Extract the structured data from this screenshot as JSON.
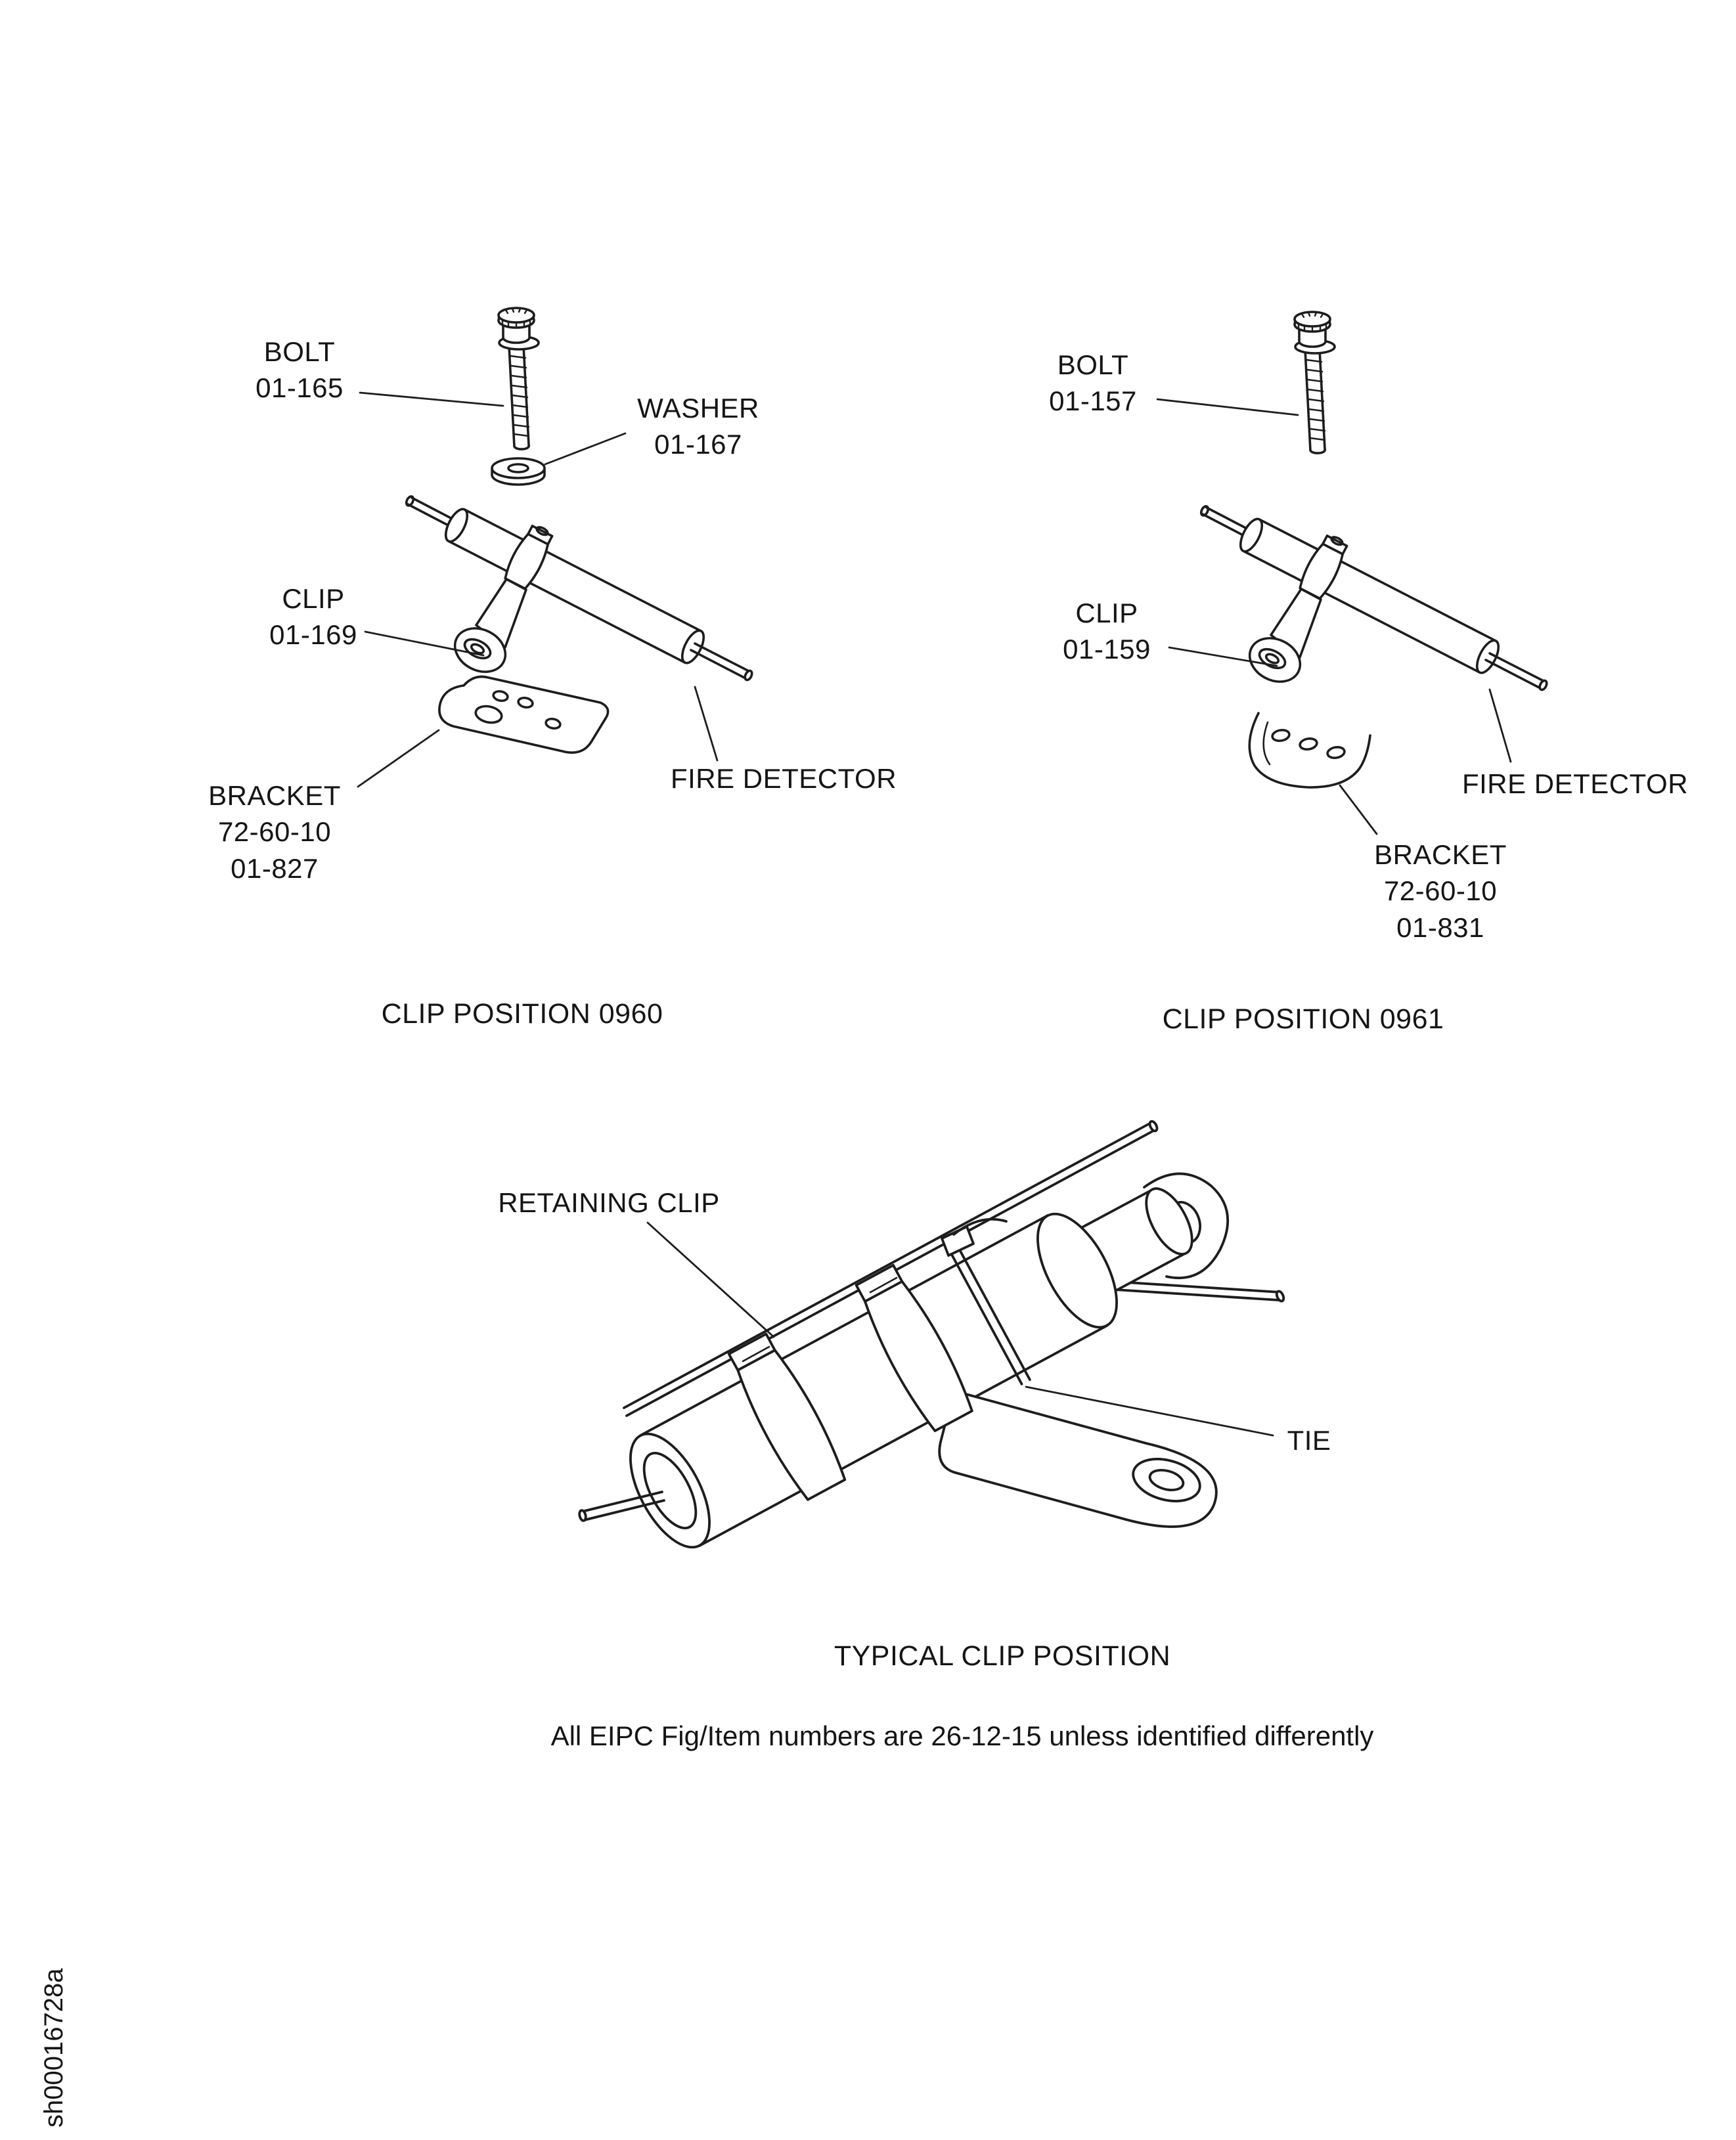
{
  "page": {
    "sheet_code": "sh00016728a",
    "footnote": "All EIPC Fig/Item numbers are 26-12-15 unless identified differently"
  },
  "diagram_0960": {
    "caption": "CLIP POSITION 0960",
    "labels": {
      "bolt": "BOLT\n01-165",
      "washer": "WASHER\n01-167",
      "clip": "CLIP\n01-169",
      "bracket": "BRACKET\n72-60-10\n01-827",
      "fire_detector": "FIRE DETECTOR"
    }
  },
  "diagram_0961": {
    "caption": "CLIP POSITION 0961",
    "labels": {
      "bolt": "BOLT\n01-157",
      "clip": "CLIP\n01-159",
      "fire_detector": "FIRE DETECTOR",
      "bracket": "BRACKET\n72-60-10\n01-831"
    }
  },
  "diagram_typical": {
    "caption": "TYPICAL CLIP POSITION",
    "labels": {
      "retaining_clip": "RETAINING CLIP",
      "tie": "TIE"
    }
  }
}
